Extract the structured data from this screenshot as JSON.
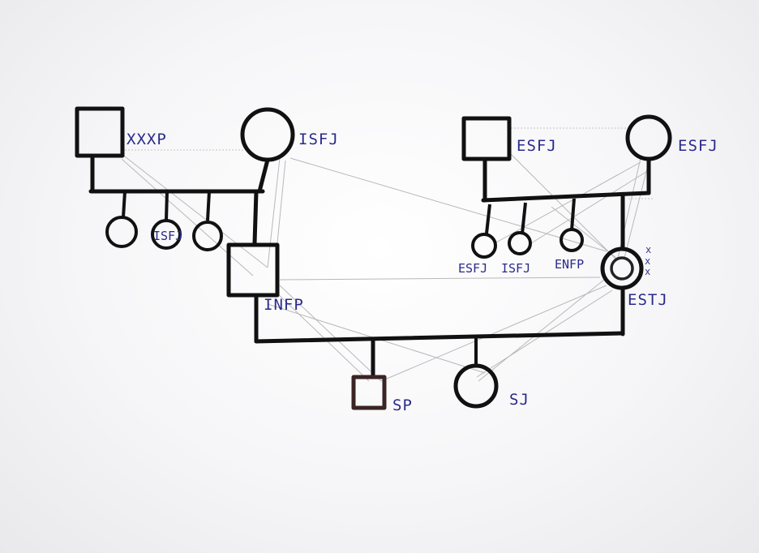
{
  "people": {
    "paternal_grandfather": {
      "label": "XXXP",
      "sex": "male"
    },
    "paternal_grandmother": {
      "label": "ISFJ",
      "sex": "female"
    },
    "paternal_aunt_1": {
      "label": "",
      "sex": "female"
    },
    "paternal_aunt_2": {
      "label": "ISFJ",
      "sex": "female"
    },
    "paternal_aunt_3": {
      "label": "",
      "sex": "female"
    },
    "father": {
      "label": "INFP",
      "sex": "male"
    },
    "maternal_grandfather": {
      "label": "ESFJ",
      "sex": "male"
    },
    "maternal_grandmother": {
      "label": "ESFJ",
      "sex": "female"
    },
    "maternal_aunt_1": {
      "label": "ESFJ",
      "sex": "female"
    },
    "maternal_aunt_2": {
      "label": "ISFJ",
      "sex": "female"
    },
    "maternal_aunt_3": {
      "label": "ENFP",
      "sex": "female"
    },
    "mother": {
      "label": "ESTJ",
      "sex": "female",
      "marker": "x  xx"
    },
    "child_son": {
      "label": "SP",
      "sex": "male"
    },
    "child_daughter": {
      "label": "SJ",
      "sex": "female"
    }
  },
  "colors": {
    "ink": "#111111",
    "label": "#2a2a8a",
    "pencil": "#b8b8bc"
  }
}
